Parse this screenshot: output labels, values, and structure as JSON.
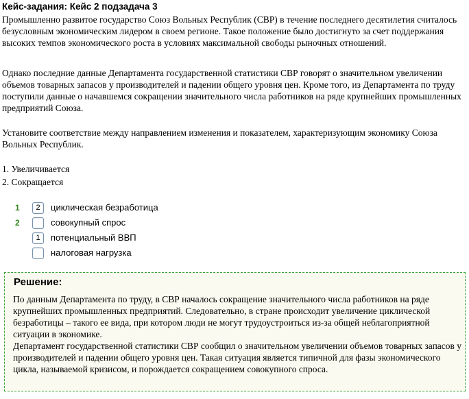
{
  "task_title": "Кейс-задания: Кейс 2 подзадача 3",
  "paragraph1": "Промышленно развитое государство Союз Вольных Республик (СВР) в течение последнего десятилетия считалось безусловным экономическим лидером в своем регионе. Такое положение было достигнуто за счет поддержания высоких темпов экономического роста в условиях максимальной свободы рыночных отношений.",
  "paragraph2": "Однако последние данные Департамента государственной статистики СВР говорят о значительном увеличении объемов товарных запасов у производителей и падении общего уровня цен. Кроме того, из Департамента по труду поступили данные о начавшемся сокращении значительного числа работников на ряде крупнейших промышленных предприятий Союза.",
  "instruction": "Установите соответствие между направлением изменения и показателем, характеризующим экономику Союза Вольных Республик.",
  "options": [
    "1. Увеличивается",
    "2. Сокращается"
  ],
  "matches": [
    {
      "number": "1",
      "answer": "2",
      "label": "циклическая безработица"
    },
    {
      "number": "2",
      "answer": "",
      "label": "совокупный спрос"
    },
    {
      "number": "",
      "answer": "1",
      "label": "потенциальный ВВП"
    },
    {
      "number": "",
      "answer": "",
      "label": "налоговая нагрузка"
    }
  ],
  "solution": {
    "heading": "Решение:",
    "text": "По данным Департамента по труду, в СВР началось сокращение значительного числа работников на ряде крупнейших промышленных предприятий. Следовательно, в стране происходит увеличение циклической безработицы – такого ее вида, при котором люди не могут трудоустроиться из-за общей неблагоприятной ситуации в экономике.\nДепартамент государственной статистики СВР сообщил о значительном увеличении объемов товарных запасов у производителей и падении общего уровня цен. Такая ситуация является типичной для фазы экономического цикла, называемой кризисом, и порождается сокращением совокупного спроса."
  },
  "colors": {
    "match_number": "#2f8a1e",
    "solution_border": "#3aa335",
    "solution_bg": "#fafaf0"
  }
}
